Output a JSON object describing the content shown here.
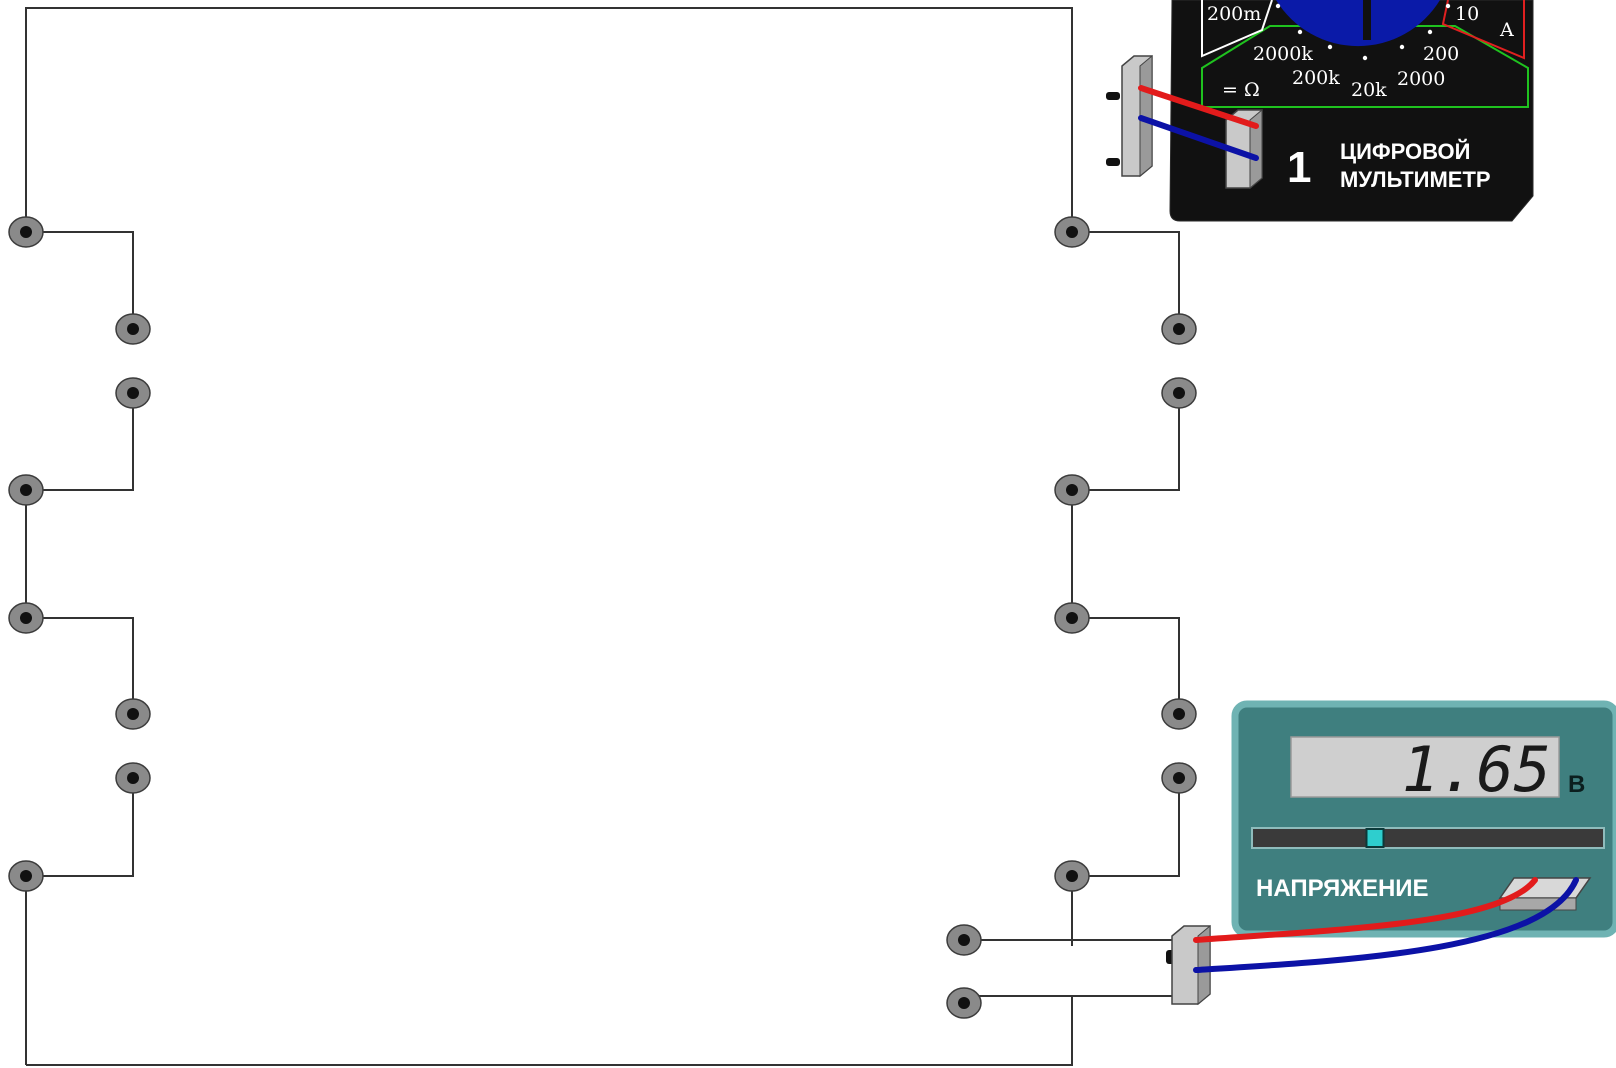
{
  "multimeter": {
    "number": "1",
    "title_line1": "ЦИФРОВОЙ",
    "title_line2": "МУЛЬТИМЕТР",
    "range_labels": [
      "200m",
      "10",
      "A",
      "2000k",
      "200",
      "200k",
      "20k",
      "2000",
      "= Ω"
    ],
    "colors": {
      "body": "#111111",
      "dial": "#0a1aa8",
      "ohm_zone": "#1fc21f",
      "amp_zone": "#e02020"
    }
  },
  "voltage_source": {
    "reading": "1.65",
    "unit": "В",
    "label": "НАПРЯЖЕНИЕ",
    "slider_level": 0.34,
    "colors": {
      "panel": "#3f7f7f",
      "border": "#6fb3b3",
      "display": "#cfcfcf",
      "knob": "#2ecece"
    }
  },
  "probe_colors": {
    "positive": "#e21b1b",
    "negative": "#0c12a6"
  }
}
